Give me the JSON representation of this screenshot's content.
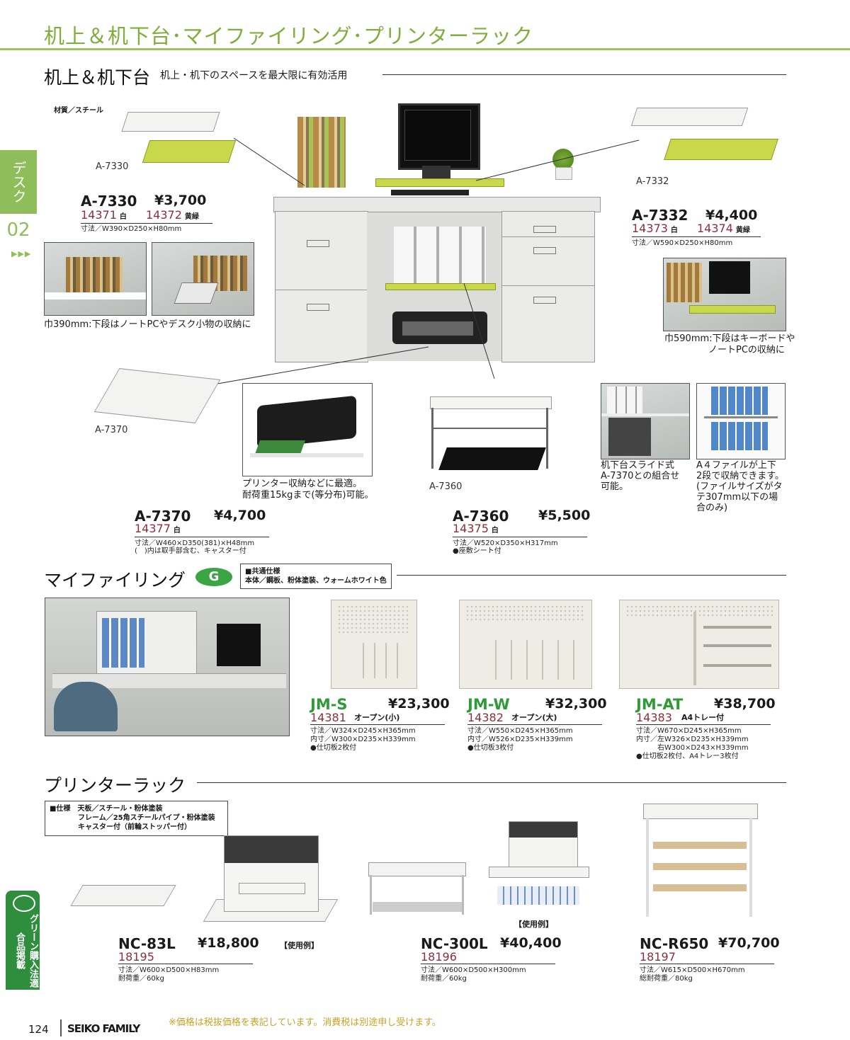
{
  "header": {
    "title": "机上＆机下台･マイファイリング･プリンターラック"
  },
  "side_tab": {
    "label": "デスク",
    "number": "02",
    "arrows": "▶▶▶"
  },
  "green_badge": {
    "label": "グリーン購入法適合品掲載"
  },
  "section1": {
    "title": "机上＆机下台",
    "subtitle": "机上・机下のスペースを最大限に有効活用",
    "material": "材質／スチール"
  },
  "products": {
    "a7330": {
      "label": "A-7330",
      "model": "A-7330",
      "price": "¥3,700",
      "code1": "14371",
      "color1": "白",
      "code2": "14372",
      "color2": "黄緑",
      "spec": "寸法／W390×D250×H80mm",
      "caption": "巾390mm:下段はノートPCやデスク小物の収納に"
    },
    "a7332": {
      "label": "A-7332",
      "model": "A-7332",
      "price": "¥4,400",
      "code1": "14373",
      "color1": "白",
      "code2": "14374",
      "color2": "黄緑",
      "spec": "寸法／W590×D250×H80mm",
      "caption1": "巾590mm:下段はキーボードや",
      "caption2": "ノートPCの収納に"
    },
    "a7370": {
      "label": "A-7370",
      "model": "A-7370",
      "price": "¥4,700",
      "code": "14377",
      "color": "白",
      "spec1": "寸法／W460×D350(381)×H48mm",
      "spec2": "(　)内は取手部含む、キャスター付",
      "caption1": "プリンター収納などに最適。",
      "caption2": "耐荷重15kgまで(等分布)可能。"
    },
    "a7360": {
      "label": "A-7360",
      "model": "A-7360",
      "price": "¥5,500",
      "code": "14375",
      "color": "白",
      "spec1": "寸法／W520×D350×H317mm",
      "spec2": "●座敷シート付"
    },
    "slide_caption": [
      "机下台スライド式",
      "A-7370との組合せ",
      "可能。"
    ],
    "a4_caption": [
      "A４ファイルが上下",
      "2段で収納できます。",
      "(ファイルサイズがタ",
      "テ307mm以下の場",
      "合のみ)"
    ]
  },
  "section2": {
    "title": "マイファイリング",
    "common_spec_title": "■共通仕様",
    "common_spec": "本体／鋼板、粉体塗装、ウォームホワイト色"
  },
  "filing": [
    {
      "model": "JM-S",
      "sub": "オープン(小)",
      "price": "¥23,300",
      "code": "14381",
      "specs": [
        "寸法／W324×D245×H365mm",
        "内寸／W300×D235×H339mm",
        "●仕切板2枚付"
      ]
    },
    {
      "model": "JM-W",
      "sub": "オープン(大)",
      "price": "¥32,300",
      "code": "14382",
      "specs": [
        "寸法／W550×D245×H365mm",
        "内寸／W526×D235×H339mm",
        "●仕切板3枚付"
      ]
    },
    {
      "model": "JM-AT",
      "sub": "A4トレー付",
      "price": "¥38,700",
      "code": "14383",
      "specs": [
        "寸法／W670×D245×H365mm",
        "内寸／左W326×D235×H339mm",
        "　　　右W300×D243×H339mm",
        "●仕切板2枚付、A4トレー3枚付"
      ]
    }
  ],
  "section3": {
    "title": "プリンターラック",
    "spec_lines": [
      "■仕様　天板／スチール・粉体塗装",
      "　　　　フレーム／25角スチールパイプ・粉体塗装",
      "　　　　キャスター付（前輪ストッパー付）"
    ]
  },
  "racks": [
    {
      "model": "NC-83L",
      "price": "¥18,800",
      "code": "18195",
      "specs": [
        "寸法／W600×D500×H83mm",
        "耐荷重／60kg"
      ],
      "usage": "【使用例】"
    },
    {
      "model": "NC-300L",
      "price": "¥40,400",
      "code": "18196",
      "specs": [
        "寸法／W600×D500×H300mm",
        "耐荷重／60kg"
      ],
      "usage": "【使用例】"
    },
    {
      "model": "NC-R650",
      "price": "¥70,700",
      "code": "18197",
      "specs": [
        "寸法／W615×D500×H670mm",
        "総耐荷重／80kg"
      ]
    }
  ],
  "footer": {
    "page": "124",
    "brand": "SEIKO FAMILY",
    "note": "※価格は税抜価格を表記しています。消費税は別途申し受けます。"
  }
}
